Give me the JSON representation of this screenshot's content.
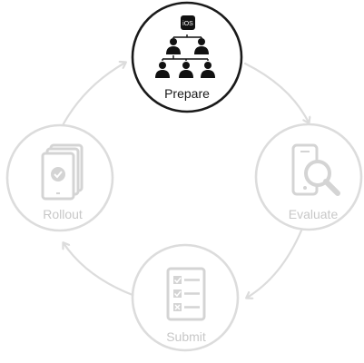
{
  "diagram": {
    "stages": [
      {
        "id": "prepare",
        "label": "Prepare",
        "active": true,
        "icon": "org-chart-icon",
        "badge": "iOS"
      },
      {
        "id": "evaluate",
        "label": "Evaluate",
        "active": false,
        "icon": "phone-magnifier-icon"
      },
      {
        "id": "submit",
        "label": "Submit",
        "active": false,
        "icon": "checklist-tablet-icon"
      },
      {
        "id": "rollout",
        "label": "Rollout",
        "active": false,
        "icon": "stacked-tablets-check-icon"
      }
    ],
    "colors": {
      "active_stroke": "#1a1a1a",
      "active_text": "#1a1a1a",
      "inactive_stroke": "#dcdcdc",
      "inactive_text": "#c8c8c8",
      "arrow": "#dcdcdc",
      "background": "#ffffff"
    }
  }
}
